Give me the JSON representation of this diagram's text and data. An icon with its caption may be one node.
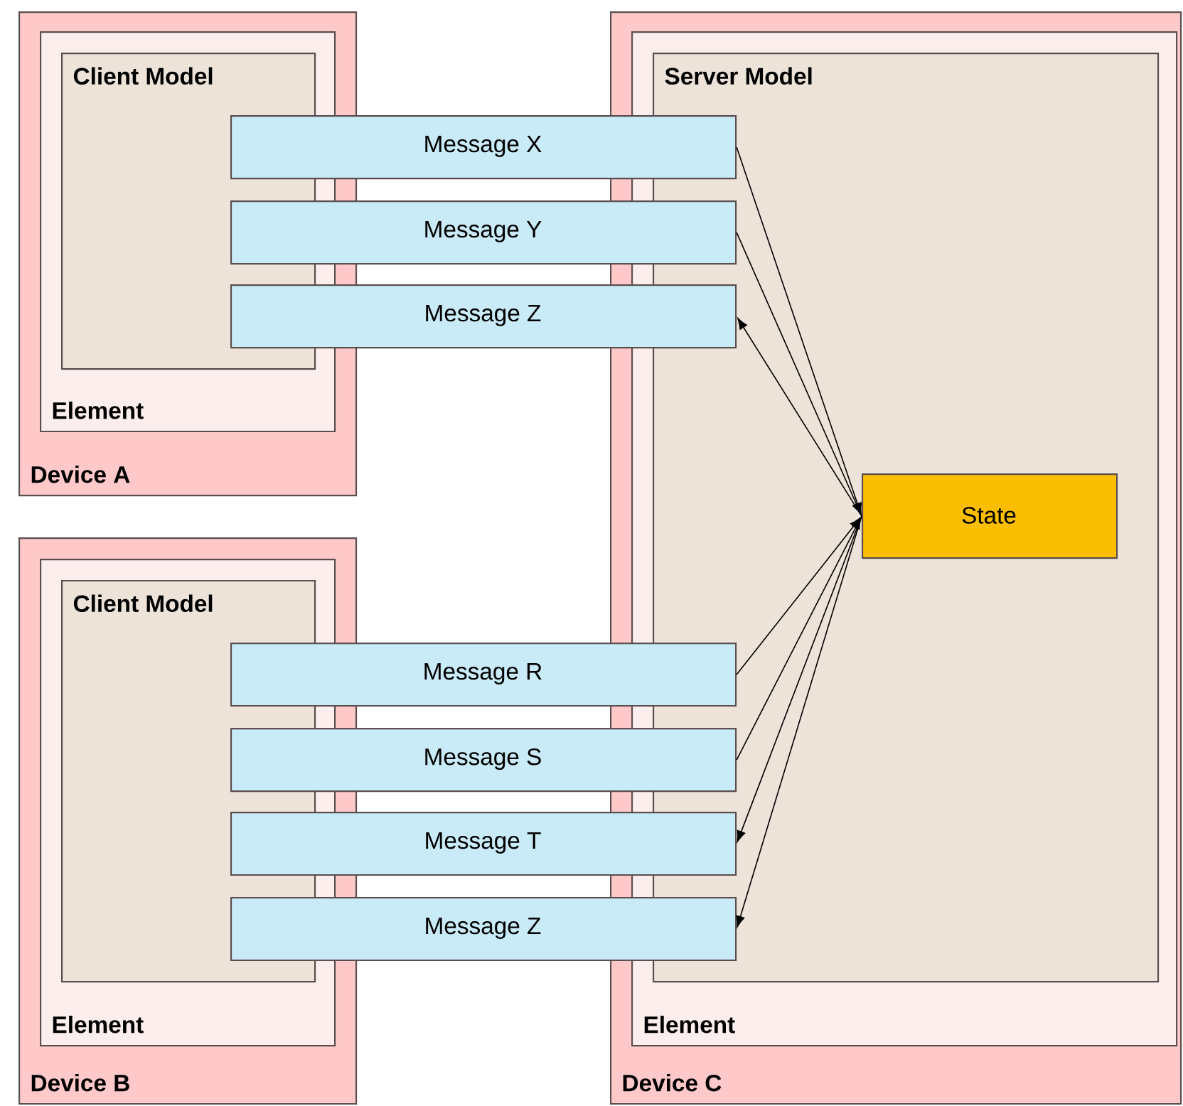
{
  "diagram": {
    "nodes": [
      {
        "text": [
          "Device A"
        ]
      },
      {
        "text": [
          "Element"
        ],
        "in": 0
      },
      {
        "text": [
          "Client Model"
        ],
        "in": 1
      },
      {
        "text": [
          "Device C"
        ]
      },
      {
        "text": [
          "Element"
        ],
        "in": 3
      },
      {
        "text": [
          "Server Model"
        ],
        "in": 4
      },
      {
        "text": [
          "Message X"
        ]
      },
      {
        "text": [
          "Message Y"
        ]
      },
      {
        "text": [
          "Message Z"
        ]
      },
      {
        "text": [
          "State"
        ],
        "in": 5
      },
      {
        "text": [
          "Device B"
        ]
      },
      {
        "text": [
          "Element"
        ],
        "in": 10
      },
      {
        "text": [
          "Client Model"
        ],
        "in": 11
      },
      {
        "text": [
          "Message R"
        ]
      },
      {
        "text": [
          "Message S"
        ]
      },
      {
        "text": [
          "Message T"
        ]
      },
      {
        "text": [
          "Message Z"
        ]
      }
    ],
    "edges": [
      {
        "from": 6,
        "to": 9,
        "arrow": "to"
      },
      {
        "from": 7,
        "to": 9,
        "arrow": "to"
      },
      {
        "from": 9,
        "to": 8,
        "arrow": "to"
      },
      {
        "from": 13,
        "to": 9,
        "arrow": "to"
      },
      {
        "from": 14,
        "to": 9,
        "arrow": "to"
      },
      {
        "from": 9,
        "to": 15,
        "arrow": "to"
      },
      {
        "from": 9,
        "to": 16,
        "arrow": "to"
      }
    ]
  }
}
